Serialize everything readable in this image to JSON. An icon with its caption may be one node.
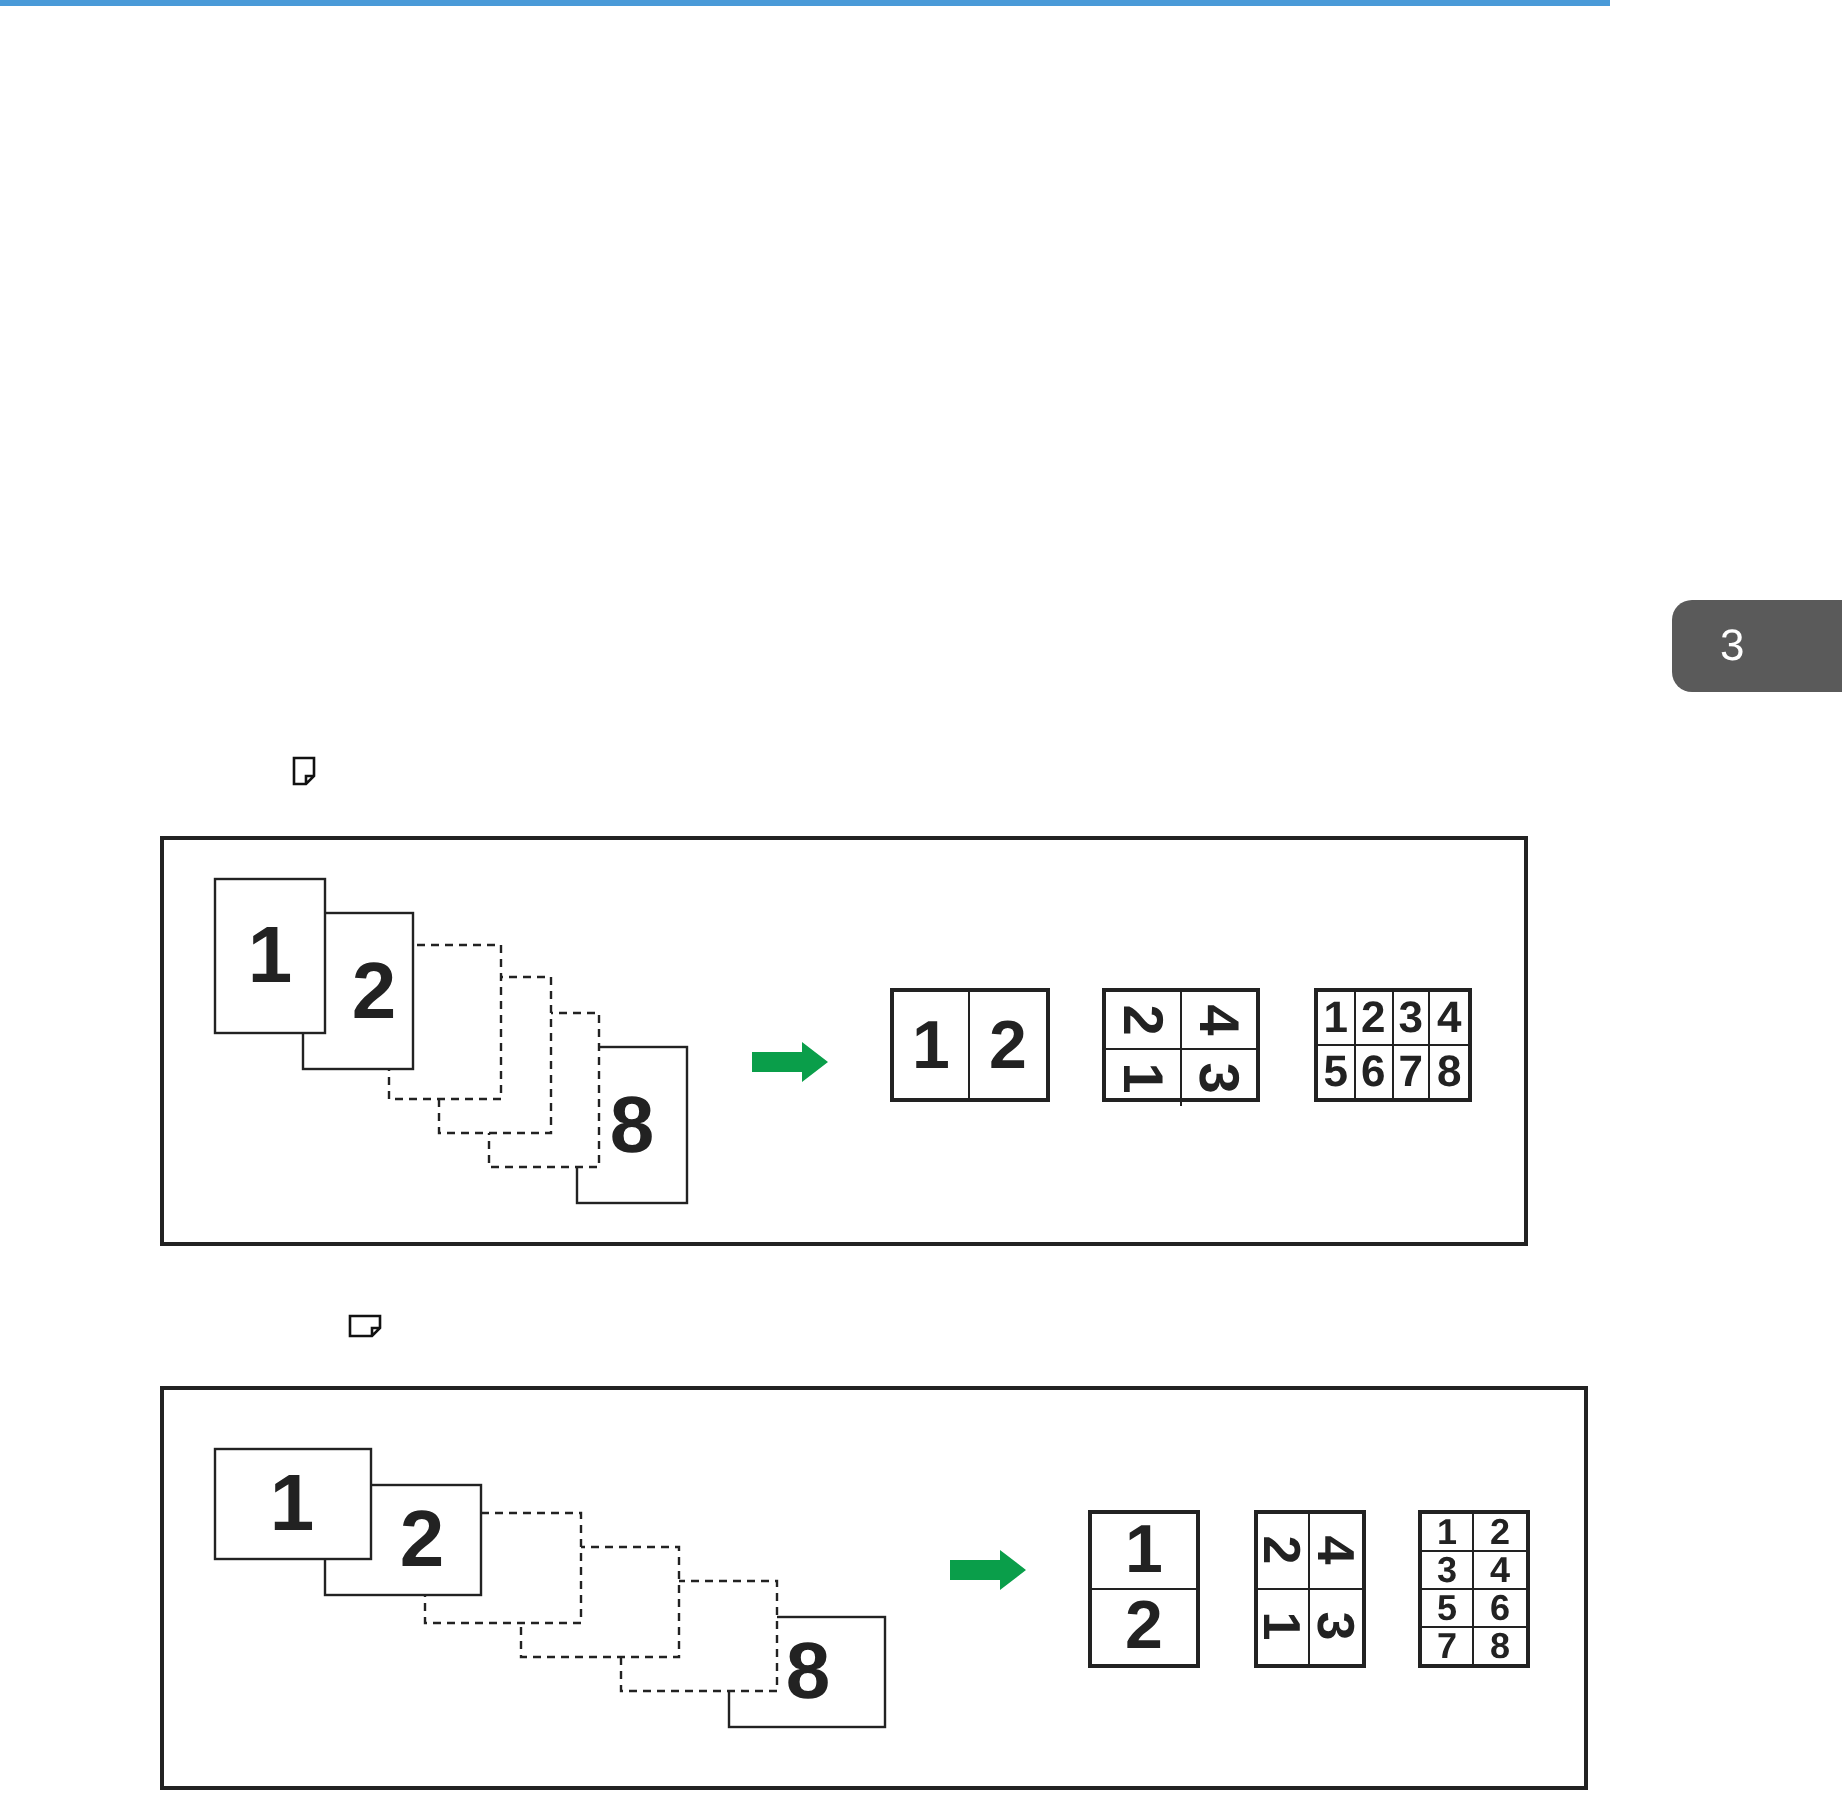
{
  "diagram": {
    "nodes": [
      {
        "text": [],
        "shape": "box"
      },
      {
        "text": [
          "1",
          "2",
          "8"
        ],
        "in": 0
      },
      {
        "text": [
          "1",
          "2"
        ],
        "in": 0
      },
      {
        "text": [
          "1",
          "2",
          "3",
          "4"
        ],
        "in": 0
      },
      {
        "text": [
          "1",
          "2",
          "3",
          "4",
          "5",
          "6",
          "7",
          "8"
        ],
        "in": 0
      },
      {
        "text": [],
        "shape": "box"
      },
      {
        "text": [
          "1",
          "2",
          "8"
        ],
        "in": 5
      },
      {
        "text": [
          "1",
          "2"
        ],
        "in": 5
      },
      {
        "text": [
          "1",
          "2",
          "3",
          "4"
        ],
        "in": 5
      },
      {
        "text": [
          "1",
          "2",
          "3",
          "4",
          "5",
          "6",
          "7",
          "8"
        ],
        "in": 5
      }
    ],
    "edges": [
      {
        "from": 1,
        "to": 2,
        "arrow": "to",
        "style": "thick"
      },
      {
        "from": 6,
        "to": 7,
        "arrow": "to",
        "style": "thick"
      }
    ],
    "labels": [
      "3"
    ]
  }
}
